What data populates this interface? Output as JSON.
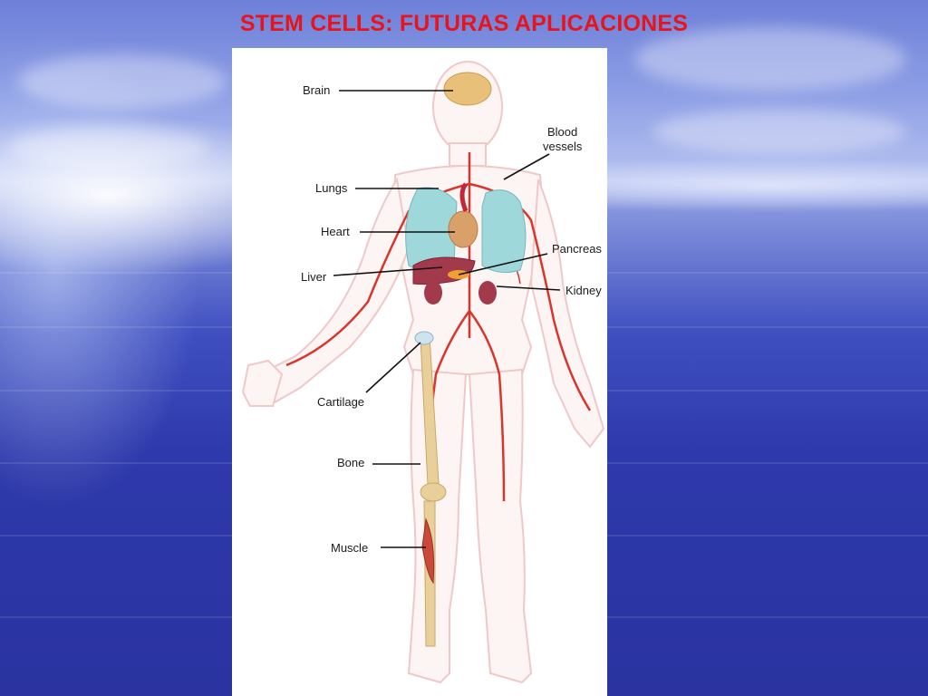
{
  "slide": {
    "title": "STEM CELLS: FUTURAS APLICACIONES"
  },
  "diagram": {
    "labels": {
      "brain": "Brain",
      "blood_vessels_line1": "Blood",
      "blood_vessels_line2": "vessels",
      "lungs": "Lungs",
      "heart": "Heart",
      "pancreas": "Pancreas",
      "liver": "Liver",
      "kidney": "Kidney",
      "cartilage": "Cartilage",
      "bone": "Bone",
      "muscle": "Muscle"
    }
  },
  "colors": {
    "title": "#e8141c",
    "body_outline": "#f0c8c8",
    "artery": "#d9352a",
    "lungs": "#9fd8da",
    "liver": "#a33a4c",
    "heart": "#d9a06a",
    "brain": "#e9c07a",
    "pancreas": "#f0a030",
    "bone": "#e9cf9a"
  }
}
